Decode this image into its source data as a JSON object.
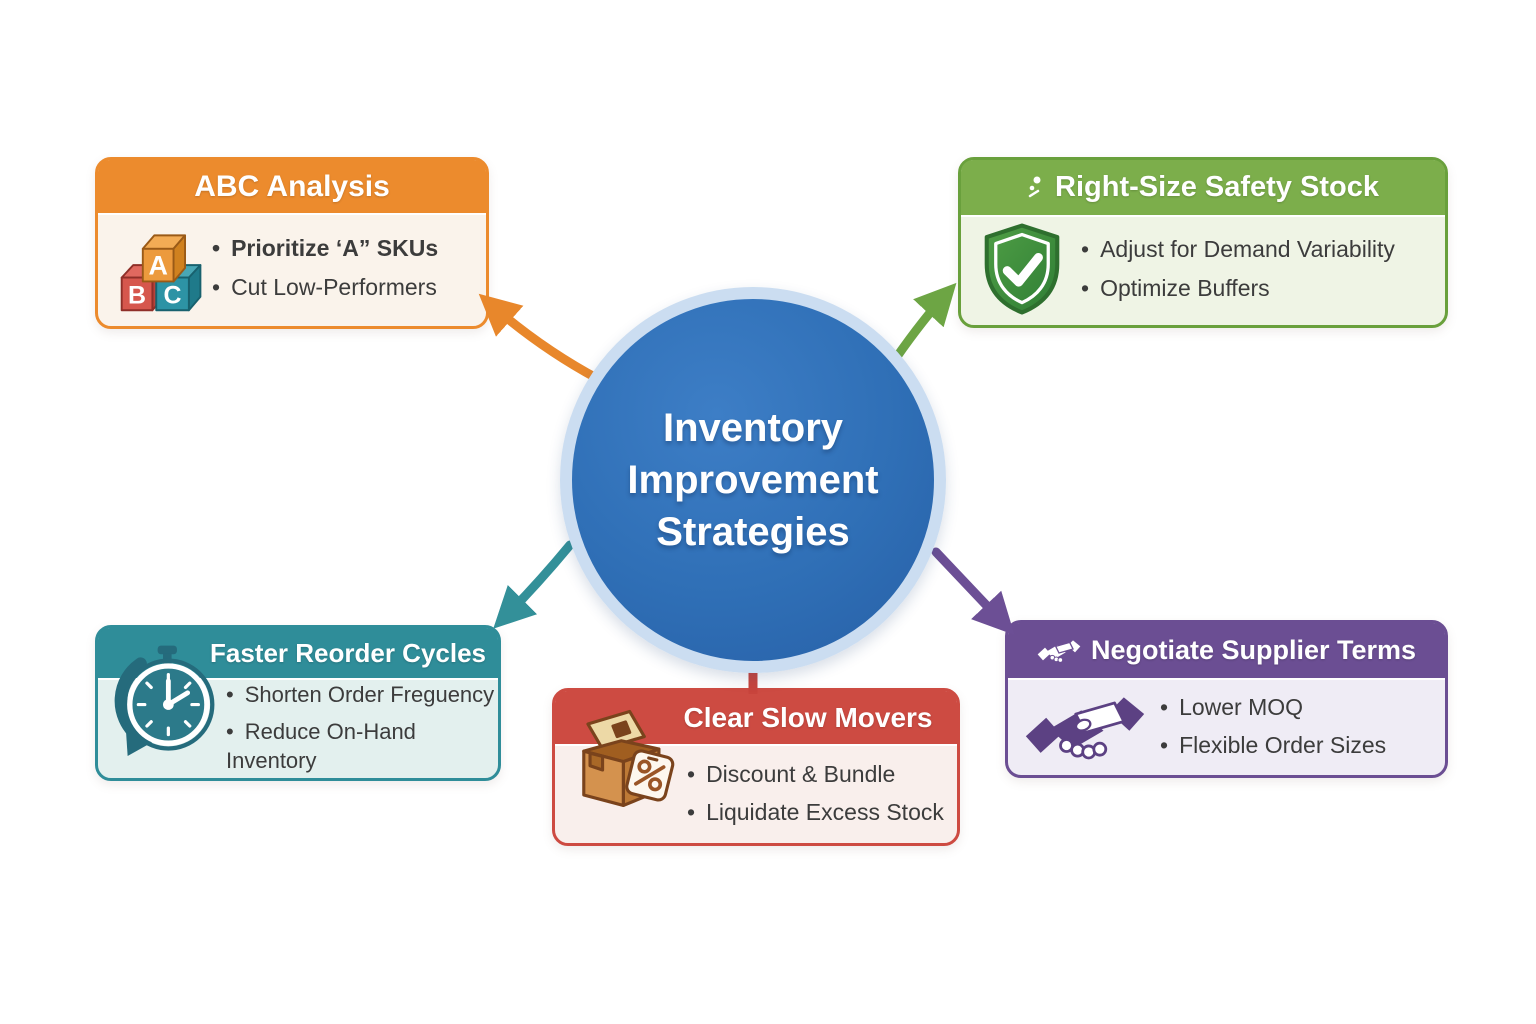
{
  "center": {
    "title": "Inventory\nImprovement\nStrategies",
    "fill_color": "#2F6FB6",
    "ring_color": "#CBDDF1",
    "text_color": "#FFFFFF"
  },
  "boxes": {
    "abc": {
      "title": "ABC Analysis",
      "bullets": [
        "Prioritize ‘A” SKUs",
        "Cut Low-Performers"
      ],
      "icon": "abc-blocks-icon",
      "letters": {
        "a": "A",
        "b": "B",
        "c": "C"
      },
      "accent": "#EC8B2D",
      "body_bg": "#FAF3EB"
    },
    "safety": {
      "title": "Right-Size Safety Stock",
      "bullets": [
        "Adjust for Demand Variability",
        "Optimize Buffers"
      ],
      "icon": "shield-check-icon",
      "accent": "#7CAE4B",
      "body_bg": "#EFF4E5"
    },
    "reorder": {
      "title": "Faster Reorder Cycles",
      "bullets": [
        "Shorten Order Freguency",
        "Reduce On-Hand Inventory"
      ],
      "icon": "stopwatch-icon",
      "accent": "#2F8D99",
      "body_bg": "#E3F0EE"
    },
    "slow": {
      "title": "Clear Slow Movers",
      "bullets": [
        "Discount & Bundle",
        "Liquidate Excess Stock"
      ],
      "icon": "discount-box-icon",
      "accent": "#CD4B42",
      "body_bg": "#F9EFEC"
    },
    "supplier": {
      "title": "Negotiate Supplier Terms",
      "bullets": [
        "Lower MOQ",
        "Flexible Order Sizes"
      ],
      "icon": "handshake-icon",
      "accent": "#6B4E93",
      "body_bg": "#EFECF5"
    }
  },
  "arrows": {
    "to_abc": "#E8872B",
    "to_safety": "#6DA544",
    "to_reorder": "#339099",
    "to_supplier": "#6C4F95",
    "to_slow": "#C8443C"
  }
}
